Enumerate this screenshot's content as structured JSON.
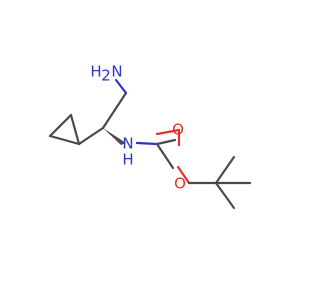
{
  "molecule": {
    "labels": {
      "amine_h2": "H",
      "amine_h2_count": "2",
      "amine_n": "N",
      "carbamate_h": "H",
      "carbamate_n": "N",
      "carbonyl_o": "O",
      "ester_o": "O"
    },
    "colors": {
      "carbon_bond": "#4a4a4a",
      "nitrogen": "#2b35c8",
      "oxygen": "#e0332c",
      "background": "#ffffff"
    }
  }
}
